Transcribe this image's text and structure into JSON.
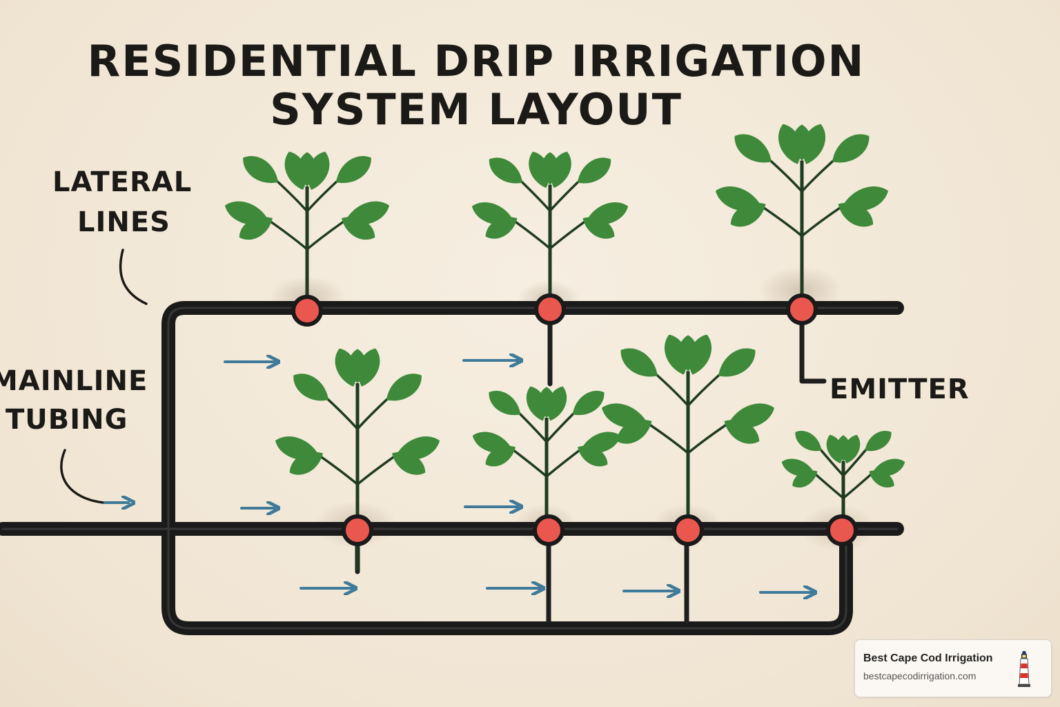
{
  "title": {
    "line1": "RESIDENTIAL DRIP IRRIGATION",
    "line2": "SYSTEM LAYOUT"
  },
  "labels": {
    "lateral_line1": "LATERAL",
    "lateral_line2": "LINES",
    "mainline_line1": "MAINLINE",
    "mainline_line2": "TUBING",
    "emitter": "EMITTER"
  },
  "brand": {
    "name": "Best Cape Cod Irrigation",
    "url": "bestcapecodirrigation.com",
    "logo_icon": "lighthouse-icon"
  },
  "colors": {
    "tubing": "#1f1f1f",
    "emitter": "#e9574e",
    "leaf": "#3e8a3a",
    "stem": "#1f3b22",
    "arrow": "#3f7a9a",
    "background": "#f3eadb"
  }
}
